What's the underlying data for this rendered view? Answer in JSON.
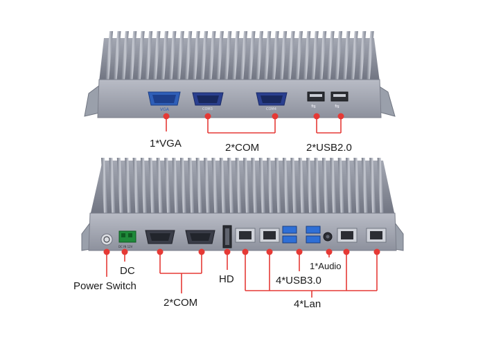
{
  "top_unit": {
    "port_labels": {
      "vga": "VGA",
      "com3": "COM3",
      "com4": "COM4"
    },
    "callouts": {
      "vga": "1*VGA",
      "com": "2*COM",
      "usb2": "2*USB2.0"
    }
  },
  "bottom_unit": {
    "port_labels": {
      "dc": "DC IN 12V"
    },
    "callouts": {
      "dc": "DC",
      "power_switch": "Power Switch",
      "com": "2*COM",
      "hd": "HD",
      "audio": "1*Audio",
      "usb3": "4*USB3.0",
      "lan": "4*Lan"
    }
  },
  "colors": {
    "callout_red": "#e53935",
    "chassis": "#8a8f9c",
    "vga_blue": "#2f5fb8",
    "com_blue": "#2a3f8f",
    "usb3_blue": "#2f6fd6"
  }
}
